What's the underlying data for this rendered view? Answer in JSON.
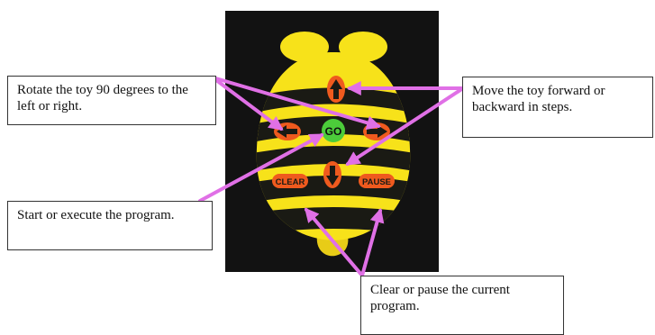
{
  "callouts": {
    "rotate": "Rotate the toy 90 degrees to the left or right.",
    "move": "Move the toy forward or backward in steps.",
    "start": "Start or execute the program.",
    "clear": "Clear or pause the current program."
  },
  "buttons": {
    "go": "GO",
    "clear": "CLEAR",
    "pause": "PAUSE"
  },
  "icons": [
    "arrow-up-icon",
    "arrow-down-icon",
    "arrow-left-icon",
    "arrow-right-icon"
  ],
  "colors": {
    "background": "#ffffff",
    "photo_bg": "#121212",
    "toy_yellow": "#f7e21a",
    "toy_stripe": "#1a1a14",
    "button_orange": "#ef5a1e",
    "go_green": "#4ccc3a",
    "pointer_magenta": "#e070e6"
  }
}
